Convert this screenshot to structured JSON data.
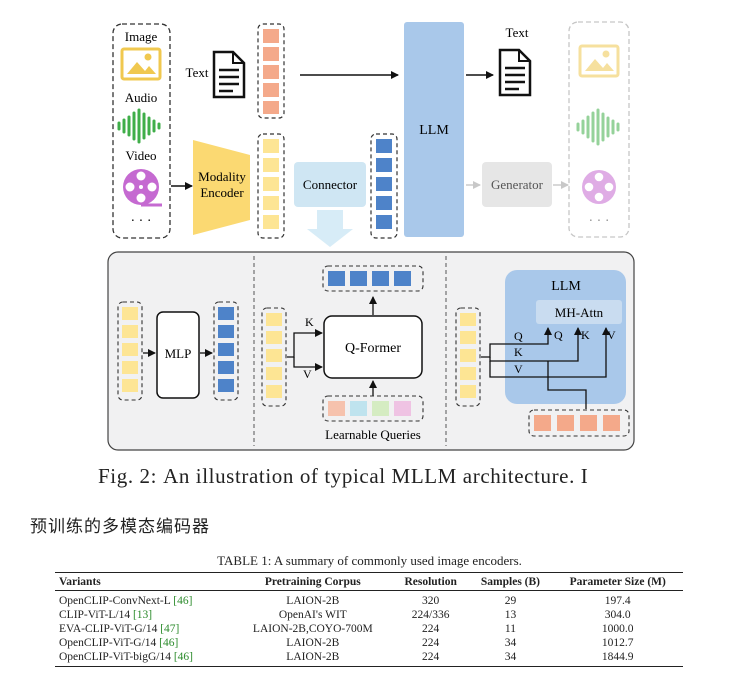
{
  "figure": {
    "labels": {
      "image": "Image",
      "audio": "Audio",
      "video": "Video",
      "text_in": "Text",
      "text_out": "Text",
      "ellipsis": "· · ·",
      "modality_encoder_line1": "Modality",
      "modality_encoder_line2": "Encoder",
      "connector": "Connector",
      "llm": "LLM",
      "generator": "Generator",
      "mlp": "MLP",
      "q_former": "Q-Former",
      "learnable_queries": "Learnable Queries",
      "k": "K",
      "v": "V",
      "llm_inner": "LLM",
      "mh_attn": "MH-Attn",
      "q_in": "Q",
      "k_in": "K",
      "v_in": "V",
      "q_top": "Q",
      "k_top": "K",
      "v_top": "V"
    },
    "colors": {
      "orange": "#f4a98a",
      "yellow": "#fde594",
      "blue": "#4e83c9",
      "llm_blue": "#a9c8ea",
      "connector_blue": "#cfe6f3",
      "encoder_yellow": "#fbd972",
      "image_icon": "#f4d36b",
      "audio_icon": "#3fae49",
      "video_icon": "#c56ad1"
    },
    "icons": [
      "image-icon",
      "audio-waveform-icon",
      "film-reel-icon",
      "document-icon"
    ]
  },
  "caption": {
    "prefix": "Fig. 2:",
    "text": "An illustration of typical MLLM architecture. I"
  },
  "chinese_note": "预训练的多模态编码器",
  "table": {
    "title": "TABLE 1: A summary of commonly used image encoders.",
    "headers": [
      "Variants",
      "Pretraining Corpus",
      "Resolution",
      "Samples (B)",
      "Parameter Size (M)"
    ],
    "rows": [
      {
        "variant": "OpenCLIP-ConvNext-L",
        "cite": "[46]",
        "corpus": "LAION-2B",
        "resolution": "320",
        "samples": "29",
        "params": "197.4"
      },
      {
        "variant": "CLIP-ViT-L/14",
        "cite": "[13]",
        "corpus": "OpenAI's WIT",
        "resolution": "224/336",
        "samples": "13",
        "params": "304.0"
      },
      {
        "variant": "EVA-CLIP-ViT-G/14",
        "cite": "[47]",
        "corpus": "LAION-2B,COYO-700M",
        "resolution": "224",
        "samples": "11",
        "params": "1000.0"
      },
      {
        "variant": "OpenCLIP-ViT-G/14",
        "cite": "[46]",
        "corpus": "LAION-2B",
        "resolution": "224",
        "samples": "34",
        "params": "1012.7"
      },
      {
        "variant": "OpenCLIP-ViT-bigG/14",
        "cite": "[46]",
        "corpus": "LAION-2B",
        "resolution": "224",
        "samples": "34",
        "params": "1844.9"
      }
    ]
  }
}
